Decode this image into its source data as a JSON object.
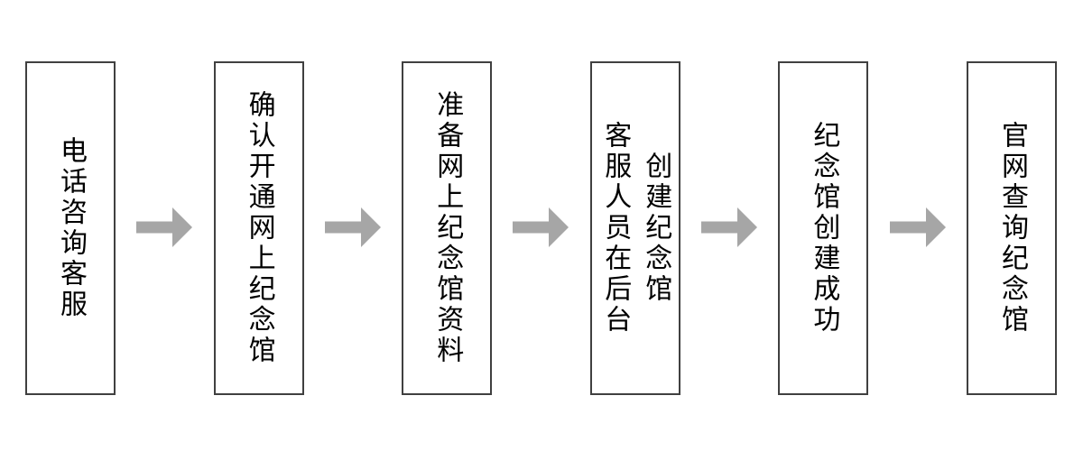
{
  "flowchart": {
    "title": "online-memorial-creation-process",
    "background_color": "#ffffff",
    "box_border_color": "#404040",
    "box_fill_color": "#ffffff",
    "arrow_color": "#a6a6a6",
    "text_color": "#000000",
    "steps": [
      {
        "lines": [
          "电话咨询客服"
        ]
      },
      {
        "lines": [
          "确认开通网上纪念馆"
        ]
      },
      {
        "lines": [
          "准备网上纪念馆资料"
        ]
      },
      {
        "lines": [
          "客服人员在后台",
          "创建纪念馆"
        ]
      },
      {
        "lines": [
          "纪念馆创建成功"
        ]
      },
      {
        "lines": [
          "官网查询纪念馆"
        ]
      }
    ],
    "arrow_glyph": "→"
  }
}
